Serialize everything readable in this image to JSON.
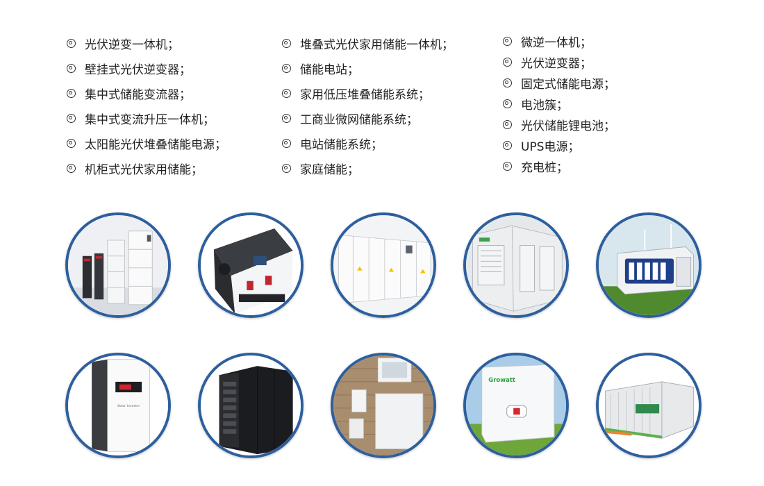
{
  "lists": [
    [
      "光伏逆变一体机；",
      "壁挂式光伏逆变器；",
      "集中式储能变流器；",
      "集中式变流升压一体机；",
      "太阳能光伏堆叠储能电源；",
      "机柜式光伏家用储能；"
    ],
    [
      "堆叠式光伏家用储能一体机；",
      "储能电站；",
      "家用低压堆叠储能系统；",
      "工商业微网储能系统；",
      "电站储能系统；",
      "家庭储能；"
    ],
    [
      "微逆一体机；",
      "光伏逆变器；",
      "固定式储能电源；",
      "电池簇；",
      "光伏储能锂电池；",
      "UPS电源；",
      "充电桩；"
    ]
  ],
  "accent_color": "#2d5f9e",
  "photos": [
    "stacked-battery-product-photo",
    "wall-inverter-product-photo",
    "central-pcs-cabinet-photo",
    "container-pcs-photo",
    "battery-container-field-photo",
    "off-grid-inverter-photo",
    "battery-rack-cabinet-photo",
    "home-storage-wall-photo",
    "growatt-inverter-photo",
    "energy-storage-container-photo"
  ],
  "brand": {
    "growatt": "Growatt"
  }
}
